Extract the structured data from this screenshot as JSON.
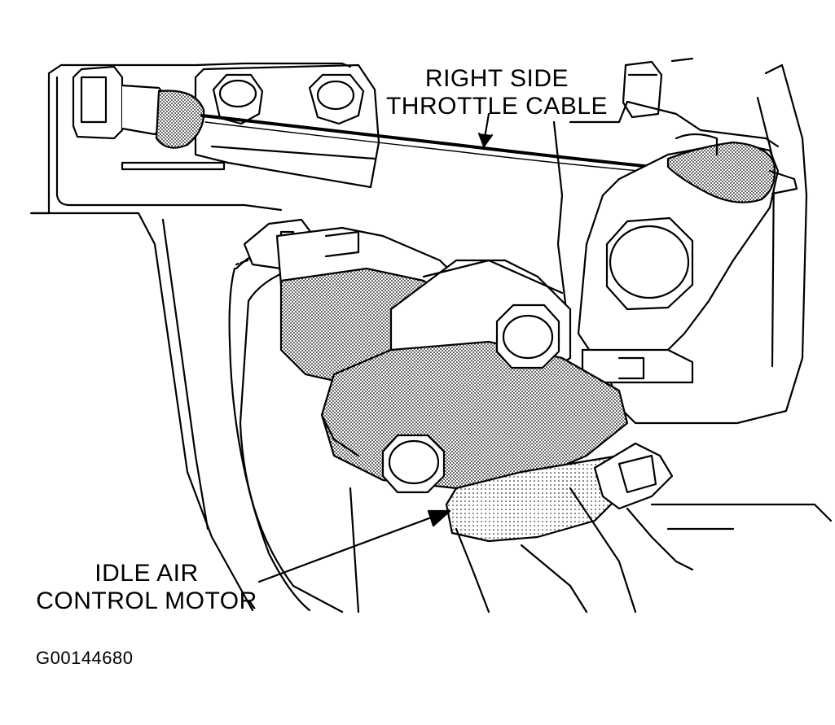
{
  "labels": {
    "cable_line1": "RIGHT SIDE",
    "cable_line2": "THROTTLE CABLE",
    "iac_line1": "IDLE AIR",
    "iac_line2": "CONTROL MOTOR"
  },
  "figure_id": "G00144680",
  "colors": {
    "ink": "#000000",
    "paper": "#ffffff",
    "stipple": "#9a9a9a"
  }
}
